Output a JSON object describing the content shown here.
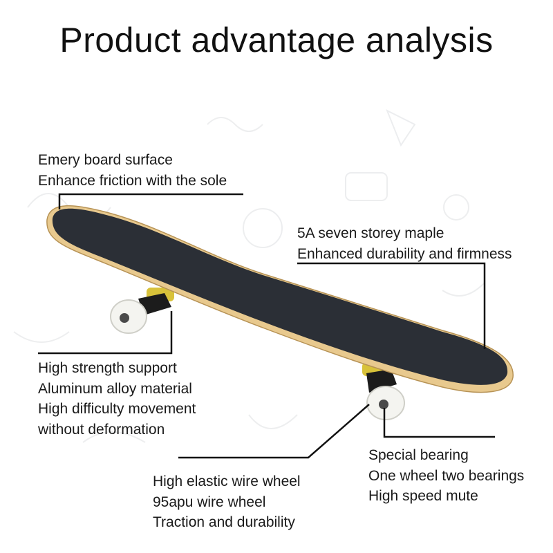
{
  "title": "Product advantage analysis",
  "colors": {
    "text": "#1a1a1a",
    "grip_tape": "#2b2f36",
    "deck_wood": "#e8c98e",
    "wheel": "#f4f4f0",
    "truck": "#1c1c1c",
    "riser": "#d8c23a",
    "leader_line": "#111111"
  },
  "callouts": {
    "emery": {
      "lines": [
        "Emery board surface",
        "Enhance friction with the sole"
      ],
      "icon": "board-surface"
    },
    "maple": {
      "lines": [
        "5A seven storey maple",
        "Enhanced durability and firmness"
      ],
      "icon": "maple-layers"
    },
    "support": {
      "lines": [
        "High strength support",
        "Aluminum alloy material",
        "High difficulty movement",
        "without deformation"
      ],
      "icon": "truck"
    },
    "wheel": {
      "lines": [
        "High elastic wire wheel",
        "95apu wire wheel",
        "Traction and durability"
      ],
      "icon": "wheel"
    },
    "bearing": {
      "lines": [
        "Special bearing",
        "One wheel two bearings",
        "High speed mute"
      ],
      "icon": "bearing"
    }
  }
}
